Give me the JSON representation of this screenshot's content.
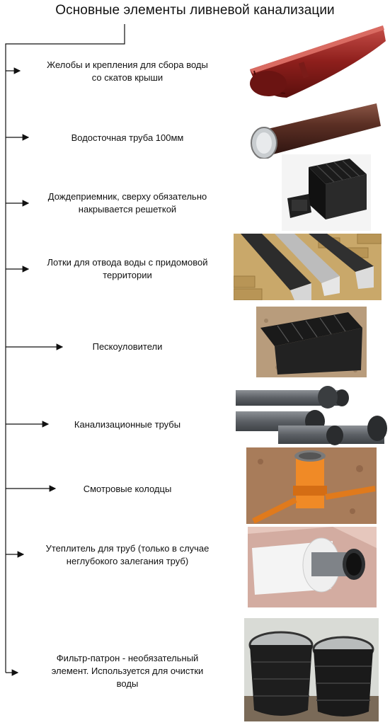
{
  "title": "Основные элементы ливневой канализации",
  "items": [
    {
      "id": "gutter",
      "lines": [
        "Желобы и крепления для сбора воды",
        "со скатов крыши"
      ]
    },
    {
      "id": "downpipe",
      "lines": [
        "Водосточная труба 100мм"
      ]
    },
    {
      "id": "rain-inlet",
      "lines": [
        "Дождеприемник, сверху обязательно",
        "накрывается решеткой"
      ]
    },
    {
      "id": "drain-channel",
      "lines": [
        "Лотки для отвода воды с придомовой",
        "территории"
      ]
    },
    {
      "id": "sand-trap",
      "lines": [
        "Пескоуловители"
      ]
    },
    {
      "id": "sewer-pipe",
      "lines": [
        "Канализационные трубы"
      ]
    },
    {
      "id": "manhole",
      "lines": [
        "Смотровые колодцы"
      ]
    },
    {
      "id": "insulation",
      "lines": [
        "Утеплитель для труб (только в случае",
        "неглубокого залегания труб)"
      ]
    },
    {
      "id": "filter",
      "lines": [
        "Фильтр-патрон - необязательный",
        "элемент. Используется для очистки",
        "воды"
      ]
    }
  ]
}
